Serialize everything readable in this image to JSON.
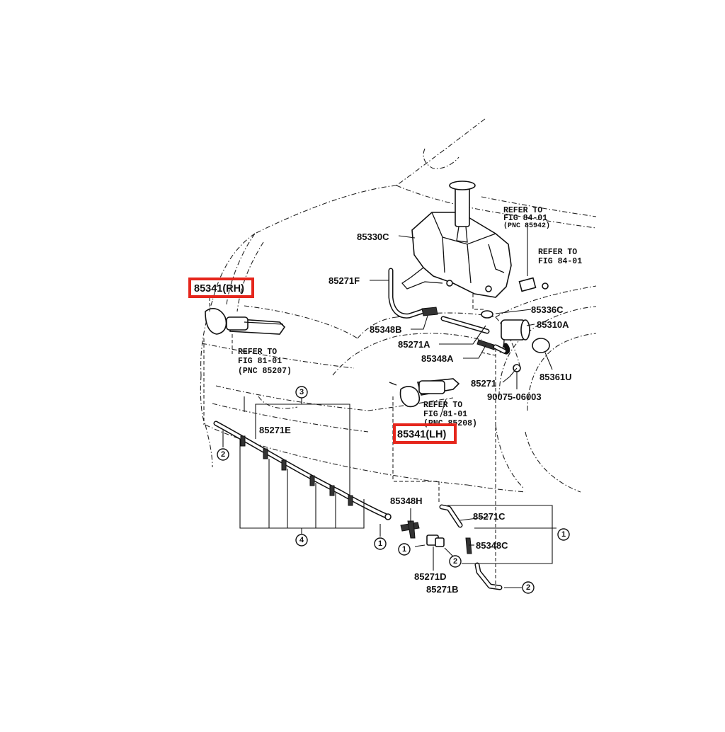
{
  "diagram": {
    "highlight_colour": "#e5261c",
    "labels": {
      "p85330C": "85330C",
      "p85271F": "85271F",
      "p85348B": "85348B",
      "p85271A": "85271A",
      "p85348A": "85348A",
      "p85271": "85271",
      "p85336C": "85336C",
      "p85310A": "85310A",
      "p85361U": "85361U",
      "p90075": "90075-06003",
      "p85271E": "85271E",
      "p85348H": "85348H",
      "p85271C": "85271C",
      "p85348C": "85348C",
      "p85271D": "85271D",
      "p85271B": "85271B",
      "rh": "85341(RH)",
      "lh": "85341(LH)"
    },
    "refers": {
      "r1": [
        "REFER TO",
        "FIG 84-01",
        "(PNC 85942)"
      ],
      "r2": [
        "REFER TO",
        "FIG 84-01"
      ],
      "r3": [
        "REFER TO",
        "FIG 81-01",
        "(PNC 85207)"
      ],
      "r4": [
        "REFER TO",
        "FIG 81-01",
        "(PNC 85208)"
      ]
    },
    "callouts": {
      "c1a": "1",
      "c1b": "1",
      "c1c": "1",
      "c2a": "2",
      "c2b": "2",
      "c2c": "2",
      "c3": "3",
      "c4": "4"
    }
  }
}
